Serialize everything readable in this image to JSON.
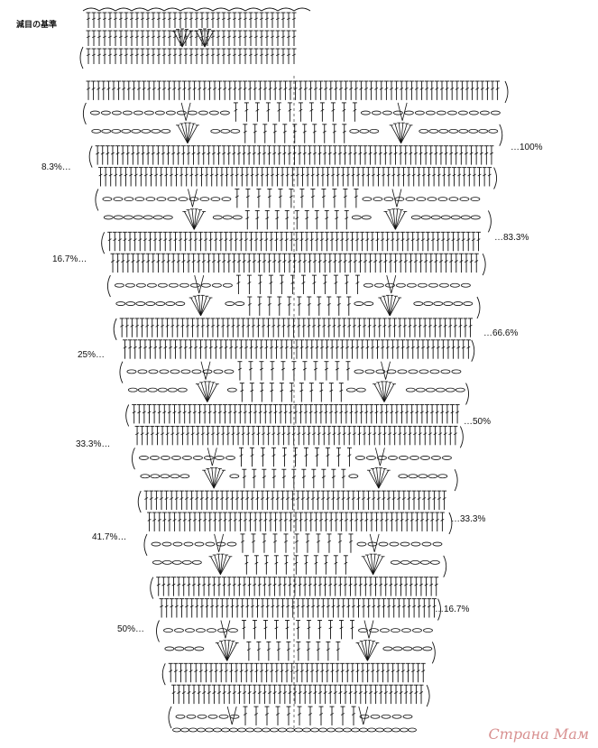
{
  "title": "減目の基準",
  "left_percent_labels": [
    "8.3%…",
    "16.7%…",
    "25%…",
    "33.3%…",
    "41.7%…",
    "50%…"
  ],
  "right_percent_labels": [
    "…100%",
    "…83.3%",
    "…66.6%",
    "…50%",
    "…33.3%",
    "…16.7%"
  ],
  "watermark": "Страна Мам",
  "colors": {
    "ink": "#111111",
    "paper": "#ffffff",
    "watermark": "#d89090"
  },
  "rows": 30
}
